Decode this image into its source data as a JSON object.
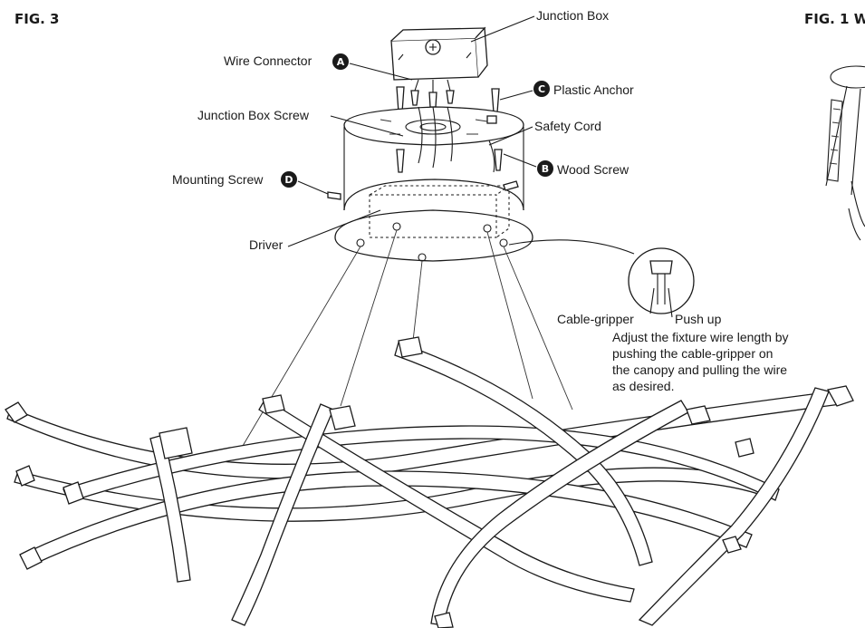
{
  "figures": {
    "fig3_title": "FIG. 3",
    "fig1_title": "FIG. 1 W"
  },
  "labels": {
    "junction_box": "Junction Box",
    "wire_connector": "Wire Connector",
    "plastic_anchor": "Plastic Anchor",
    "junction_box_screw": "Junction Box Screw",
    "safety_cord": "Safety Cord",
    "wood_screw": "Wood Screw",
    "mounting_screw": "Mounting Screw",
    "driver": "Driver",
    "cable_gripper": "Cable-gripper",
    "push_up": "Push up"
  },
  "badges": {
    "a": "A",
    "b": "B",
    "c": "C",
    "d": "D"
  },
  "instructions": {
    "line1": "Adjust the fixture wire length by",
    "line2": "pushing the cable-gripper on",
    "line3": "the canopy and pulling the wire",
    "line4": "as desired."
  }
}
